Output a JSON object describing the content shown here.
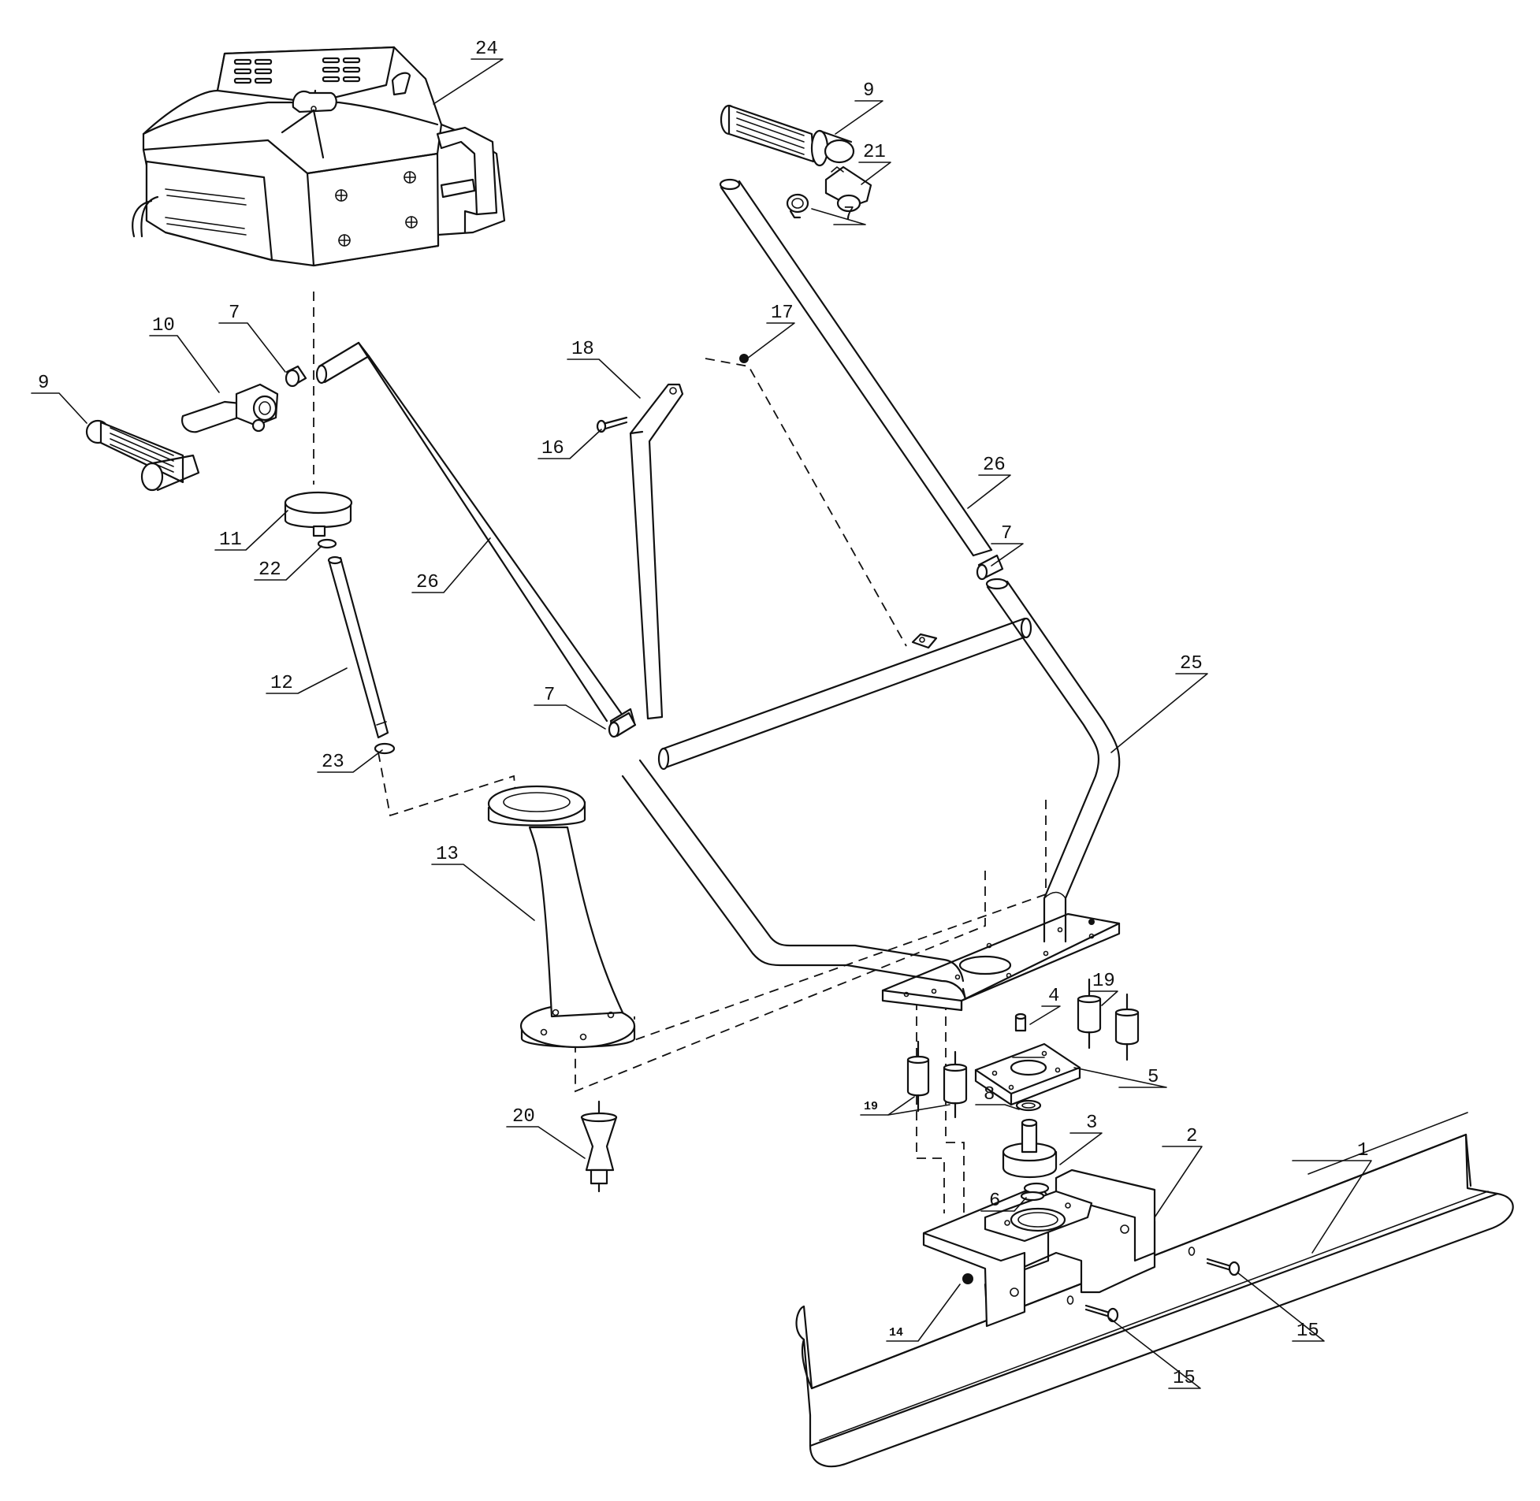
{
  "labels": {
    "p1": "1",
    "p2": "2",
    "p3": "3",
    "p4": "4",
    "p5": "5",
    "p6": "6",
    "p7a": "7",
    "p7b": "7",
    "p7c": "7",
    "p7d": "7",
    "p8": "8",
    "p9a": "9",
    "p9b": "9",
    "p10": "10",
    "p11": "11",
    "p12": "12",
    "p13": "13",
    "p14": "14",
    "p15a": "15",
    "p15b": "15",
    "p16": "16",
    "p17": "17",
    "p18": "18",
    "p19a": "19",
    "p19b": "19",
    "p20": "20",
    "p21": "21",
    "p22": "22",
    "p23": "23",
    "p24": "24",
    "p25": "25",
    "p26a": "26",
    "p26b": "26"
  }
}
